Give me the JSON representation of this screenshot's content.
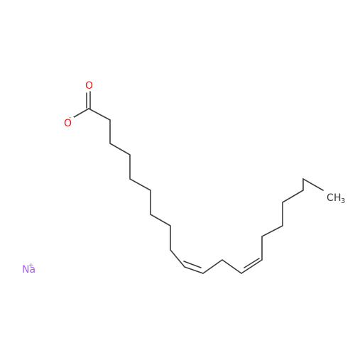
{
  "colors": {
    "bond": "#3c3c3c",
    "oxygen": "#ff0d0d",
    "sodium": "#ab5cf2",
    "carbon_label": "#3c3c3c",
    "background": "#ffffff"
  },
  "labels": {
    "carbonyl_oxygen": "O",
    "carboxylate_oxygen": "O",
    "carboxylate_charge": "-",
    "methyl_c": "C",
    "methyl_h": "H",
    "methyl_sub": "3",
    "sodium": "Na",
    "sodium_charge": "+"
  }
}
